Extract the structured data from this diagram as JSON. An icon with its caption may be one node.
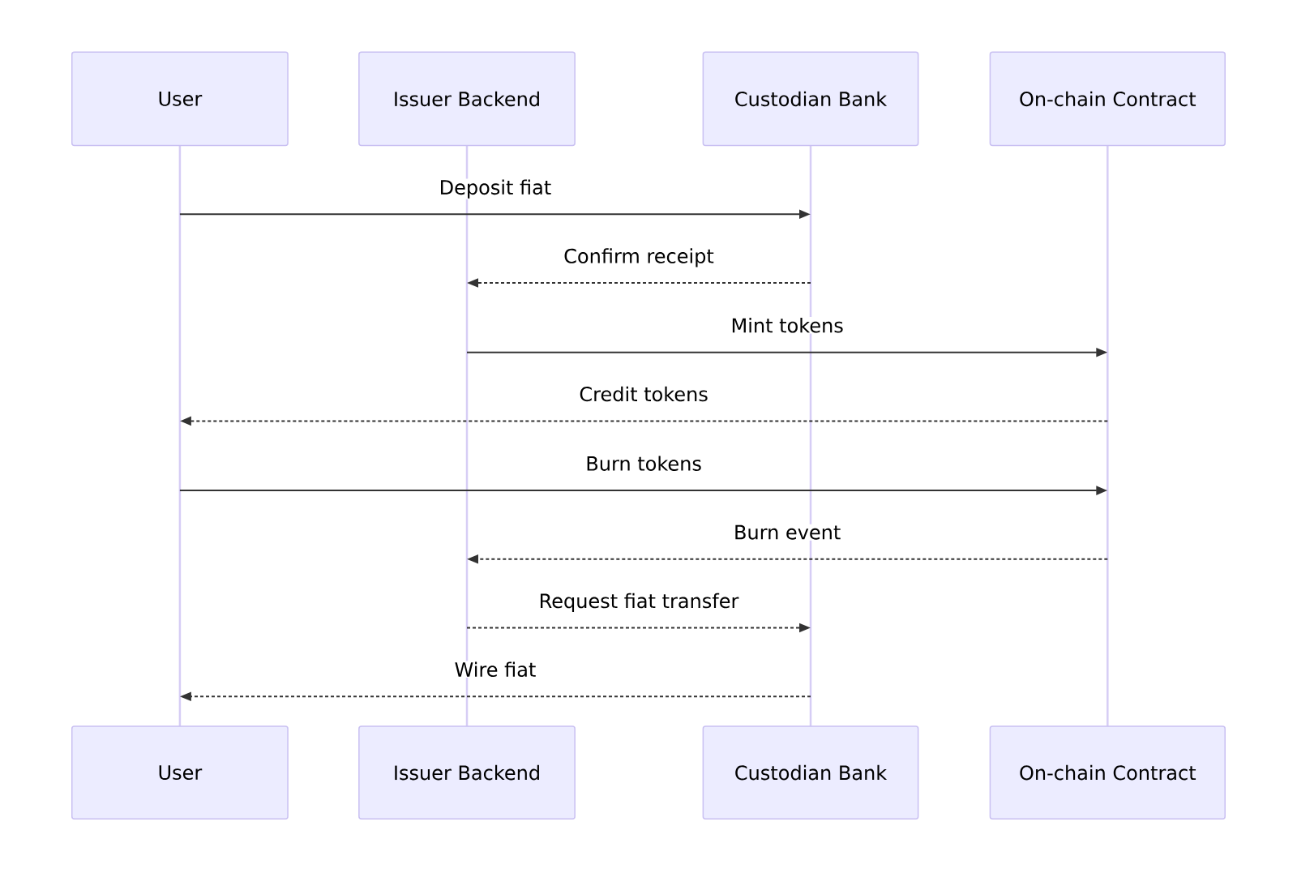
{
  "diagram": {
    "nodes": [
      {
        "text": [
          "User"
        ]
      },
      {
        "text": [
          "Issuer Backend"
        ]
      },
      {
        "text": [
          "Custodian Bank"
        ]
      },
      {
        "text": [
          "On-chain Contract"
        ]
      },
      {
        "text": [
          "User"
        ]
      },
      {
        "text": [
          "Issuer Backend"
        ]
      },
      {
        "text": [
          "Custodian Bank"
        ]
      },
      {
        "text": [
          "On-chain Contract"
        ]
      },
      {
        "text": [],
        "shape": "bar"
      },
      {
        "text": [],
        "shape": "bar"
      },
      {
        "text": [],
        "shape": "bar"
      },
      {
        "text": [],
        "shape": "bar"
      }
    ],
    "edges": [
      {
        "from": 8,
        "to": 10,
        "arrow": "to",
        "label": "Deposit fiat"
      },
      {
        "from": 10,
        "to": 9,
        "arrow": "to",
        "label": "Confirm receipt",
        "style": "dashed"
      },
      {
        "from": 9,
        "to": 11,
        "arrow": "to",
        "label": "Mint tokens"
      },
      {
        "from": 11,
        "to": 8,
        "arrow": "to",
        "label": "Credit tokens",
        "style": "dashed"
      },
      {
        "from": 8,
        "to": 11,
        "arrow": "to",
        "label": "Burn tokens"
      },
      {
        "from": 11,
        "to": 9,
        "arrow": "to",
        "label": "Burn event",
        "style": "dashed"
      },
      {
        "from": 9,
        "to": 10,
        "arrow": "to",
        "label": "Request fiat transfer",
        "style": "dashed"
      },
      {
        "from": 10,
        "to": 8,
        "arrow": "to",
        "label": "Wire fiat",
        "style": "dashed"
      }
    ]
  }
}
